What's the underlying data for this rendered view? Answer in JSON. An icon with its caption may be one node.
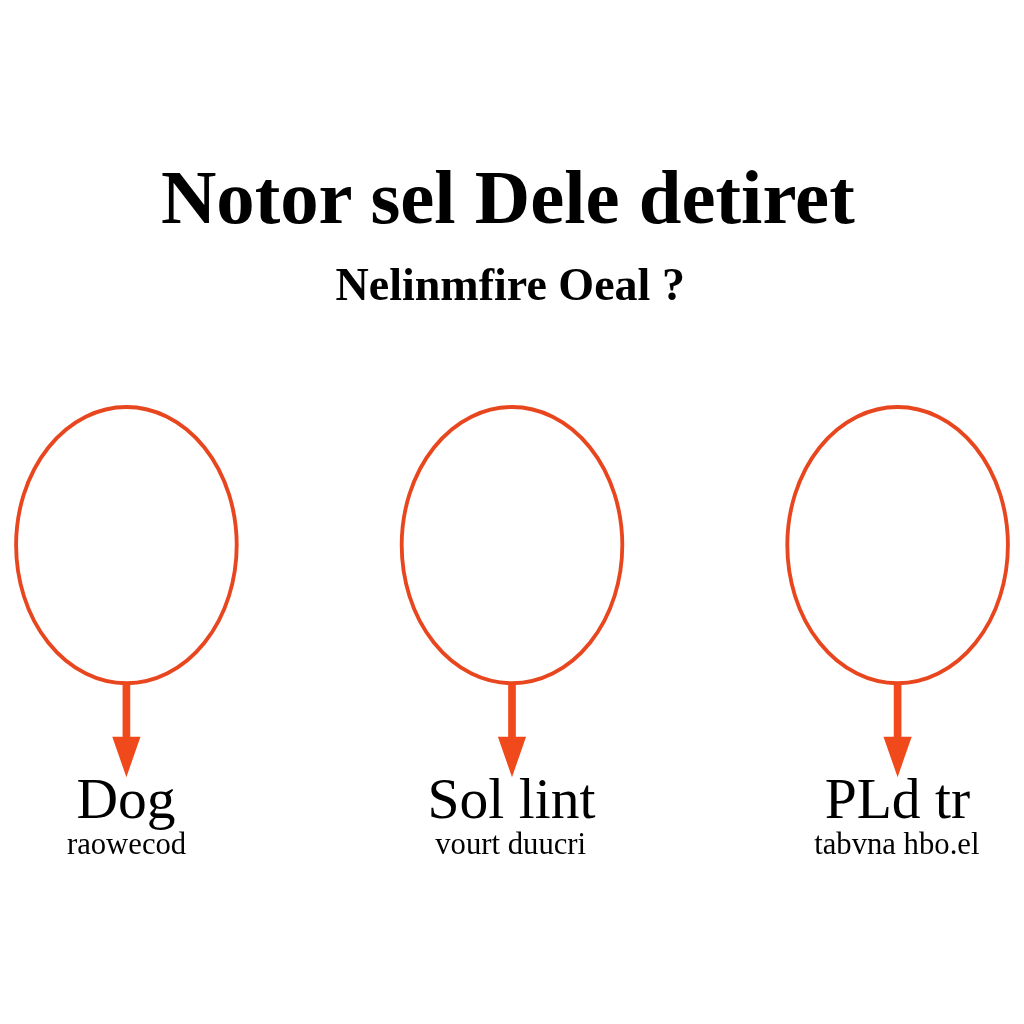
{
  "diagram": {
    "title": "Notor sel Dele detiret",
    "nodes": [
      {
        "text": [],
        "shape": "circle"
      },
      {
        "text": [],
        "shape": "circle"
      },
      {
        "text": [],
        "shape": "circle"
      },
      {
        "text": [
          "Dog",
          "raowecod"
        ]
      },
      {
        "text": [
          "Sol lint",
          "vourt duucri"
        ]
      },
      {
        "text": [
          "PLd tr",
          "tabvna hbo.el"
        ]
      }
    ],
    "edges": [
      {
        "from": 0,
        "to": 3,
        "arrow": "to"
      },
      {
        "from": 1,
        "to": 4,
        "arrow": "to"
      },
      {
        "from": 2,
        "to": 5,
        "arrow": "to"
      }
    ],
    "labels": [
      "Nelinmfire Oeal ?"
    ]
  }
}
